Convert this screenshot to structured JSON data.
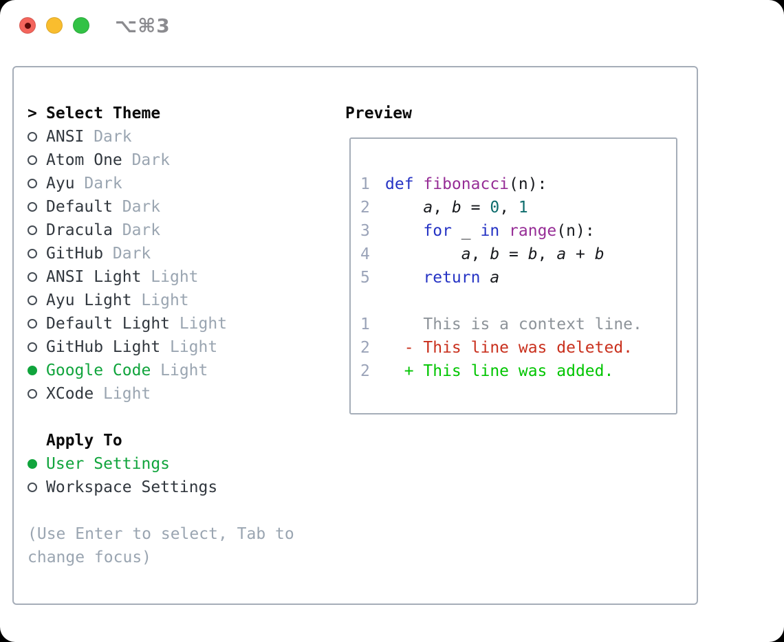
{
  "window": {
    "shortcut_label": "⌥⌘3"
  },
  "colors": {
    "accent_green": "#10a43c",
    "muted_gray": "#9aa5b1",
    "panel_border": "#a5adb8",
    "keyword_blue": "#2533c4",
    "function_purple": "#962d96",
    "number_teal": "#0d6c6c",
    "diff_deleted_red": "#c9301d",
    "diff_added_green": "#01c501",
    "traffic_red": "#f4655c",
    "traffic_yellow": "#f9bd2e",
    "traffic_green": "#32c245"
  },
  "theme_picker": {
    "title": "Select Theme",
    "title_marker": ">",
    "themes": [
      {
        "name": "ANSI",
        "variant": "Dark",
        "selected": false
      },
      {
        "name": "Atom One",
        "variant": "Dark",
        "selected": false
      },
      {
        "name": "Ayu",
        "variant": "Dark",
        "selected": false
      },
      {
        "name": "Default",
        "variant": "Dark",
        "selected": false
      },
      {
        "name": "Dracula",
        "variant": "Dark",
        "selected": false
      },
      {
        "name": "GitHub",
        "variant": "Dark",
        "selected": false
      },
      {
        "name": "ANSI Light",
        "variant": "Light",
        "selected": false
      },
      {
        "name": "Ayu Light",
        "variant": "Light",
        "selected": false
      },
      {
        "name": "Default Light",
        "variant": "Light",
        "selected": false
      },
      {
        "name": "GitHub Light",
        "variant": "Light",
        "selected": false
      },
      {
        "name": "Google Code",
        "variant": "Light",
        "selected": true
      },
      {
        "name": "XCode",
        "variant": "Light",
        "selected": false
      }
    ],
    "apply_to": {
      "title": "Apply To",
      "options": [
        {
          "label": "User Settings",
          "selected": true
        },
        {
          "label": "Workspace Settings",
          "selected": false
        }
      ]
    },
    "hint_line_1": "(Use Enter to select, Tab to",
    "hint_line_2": "change focus)"
  },
  "preview": {
    "title": "Preview",
    "lines": [
      {
        "num": "1",
        "tokens": [
          {
            "s": "def ",
            "c": "kw"
          },
          {
            "s": "fibonacci",
            "c": "fn"
          },
          {
            "s": "(n):",
            "c": "pln"
          }
        ]
      },
      {
        "num": "2",
        "tokens": [
          {
            "s": "    ",
            "c": "pln"
          },
          {
            "s": "a",
            "c": "var"
          },
          {
            "s": ", ",
            "c": "pln"
          },
          {
            "s": "b",
            "c": "var"
          },
          {
            "s": " = ",
            "c": "pln"
          },
          {
            "s": "0",
            "c": "num"
          },
          {
            "s": ", ",
            "c": "pln"
          },
          {
            "s": "1",
            "c": "num"
          }
        ]
      },
      {
        "num": "3",
        "tokens": [
          {
            "s": "    ",
            "c": "pln"
          },
          {
            "s": "for",
            "c": "kw"
          },
          {
            "s": " _ ",
            "c": "pln"
          },
          {
            "s": "in",
            "c": "kw"
          },
          {
            "s": " ",
            "c": "pln"
          },
          {
            "s": "range",
            "c": "fn"
          },
          {
            "s": "(n):",
            "c": "pln"
          }
        ]
      },
      {
        "num": "4",
        "tokens": [
          {
            "s": "        ",
            "c": "pln"
          },
          {
            "s": "a",
            "c": "var"
          },
          {
            "s": ", ",
            "c": "pln"
          },
          {
            "s": "b",
            "c": "var"
          },
          {
            "s": " = ",
            "c": "pln"
          },
          {
            "s": "b",
            "c": "var"
          },
          {
            "s": ", ",
            "c": "pln"
          },
          {
            "s": "a",
            "c": "var"
          },
          {
            "s": " + ",
            "c": "pln"
          },
          {
            "s": "b",
            "c": "var"
          }
        ]
      },
      {
        "num": "5",
        "tokens": [
          {
            "s": "    ",
            "c": "pln"
          },
          {
            "s": "return",
            "c": "kw"
          },
          {
            "s": " ",
            "c": "pln"
          },
          {
            "s": "a",
            "c": "var"
          }
        ]
      },
      {
        "num": "",
        "tokens": []
      },
      {
        "num": "1",
        "tokens": [
          {
            "s": "    This is a context line.",
            "c": "ctx"
          }
        ]
      },
      {
        "num": "2",
        "tokens": [
          {
            "s": "  - This line was deleted.",
            "c": "del"
          }
        ]
      },
      {
        "num": "2",
        "tokens": [
          {
            "s": "  + This line was added.",
            "c": "add"
          }
        ]
      }
    ]
  }
}
